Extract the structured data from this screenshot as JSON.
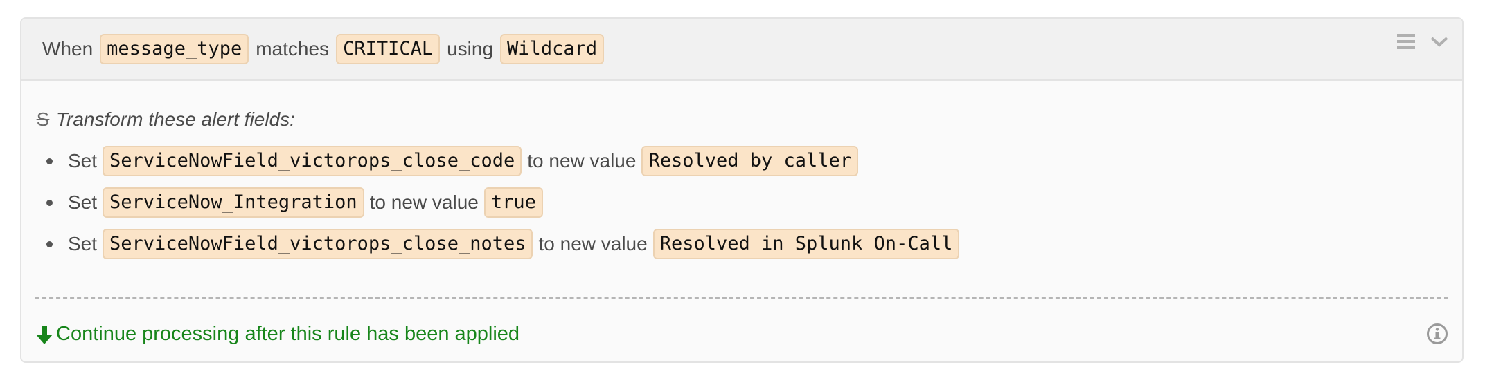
{
  "rule": {
    "condition": {
      "when_label": "When",
      "field": "message_type",
      "matches_label": "matches",
      "value": "CRITICAL",
      "using_label": "using",
      "match_type": "Wildcard"
    },
    "header_icons": [
      "menu-icon",
      "chevron-down-icon"
    ],
    "transform": {
      "icon": "strikethrough-s-icon",
      "icon_glyph": "S",
      "title": "Transform these alert fields:",
      "actions": [
        {
          "set_label": "Set",
          "field": "ServiceNowField_victorops_close_code",
          "to_label": "to new value",
          "value": "Resolved by caller"
        },
        {
          "set_label": "Set",
          "field": "ServiceNow_Integration",
          "to_label": "to new value",
          "value": "true"
        },
        {
          "set_label": "Set",
          "field": "ServiceNowField_victorops_close_notes",
          "to_label": "to new value",
          "value": "Resolved in Splunk On-Call"
        }
      ]
    },
    "footer": {
      "icon": "arrow-down-icon",
      "text": "Continue processing after this rule has been applied",
      "color": "#17851a",
      "info_icon": "info-icon"
    }
  },
  "colors": {
    "chip_bg": "#fbe4c8",
    "chip_border": "#ecd2b2",
    "header_bg": "#f1f1f1",
    "body_bg": "#fafafa"
  }
}
